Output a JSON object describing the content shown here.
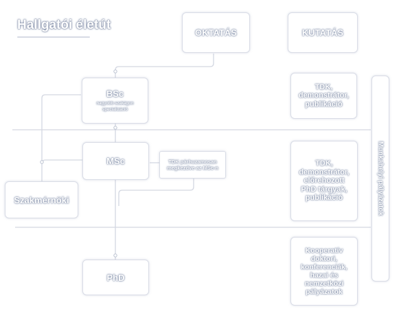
{
  "title": "Hallgatói életút",
  "columns": {
    "education": "OKTATÁS",
    "research": "KUTATÁS"
  },
  "nodes": {
    "bsc": {
      "label": "BSc",
      "sublabel": "nagyobb szakágon specializáció"
    },
    "msc": {
      "label": "MSc"
    },
    "phd": {
      "label": "PhD"
    },
    "szakmernoki": {
      "label": "Szakmérnöki"
    },
    "tdk_condition": {
      "label": "TDK párhuzamosan megkezdve az MSc-n"
    }
  },
  "research_boxes": [
    {
      "label": "TDK, demonstrátor, publikáció"
    },
    {
      "label": "TDK, demonstrátor, előrehozott PhD tárgyak, publikáció"
    },
    {
      "label": "Kooperatív doktori, konferenciák, hazai és nemzetközi pályázatok"
    }
  ],
  "side_label": "Munkahelyi pályázatok"
}
